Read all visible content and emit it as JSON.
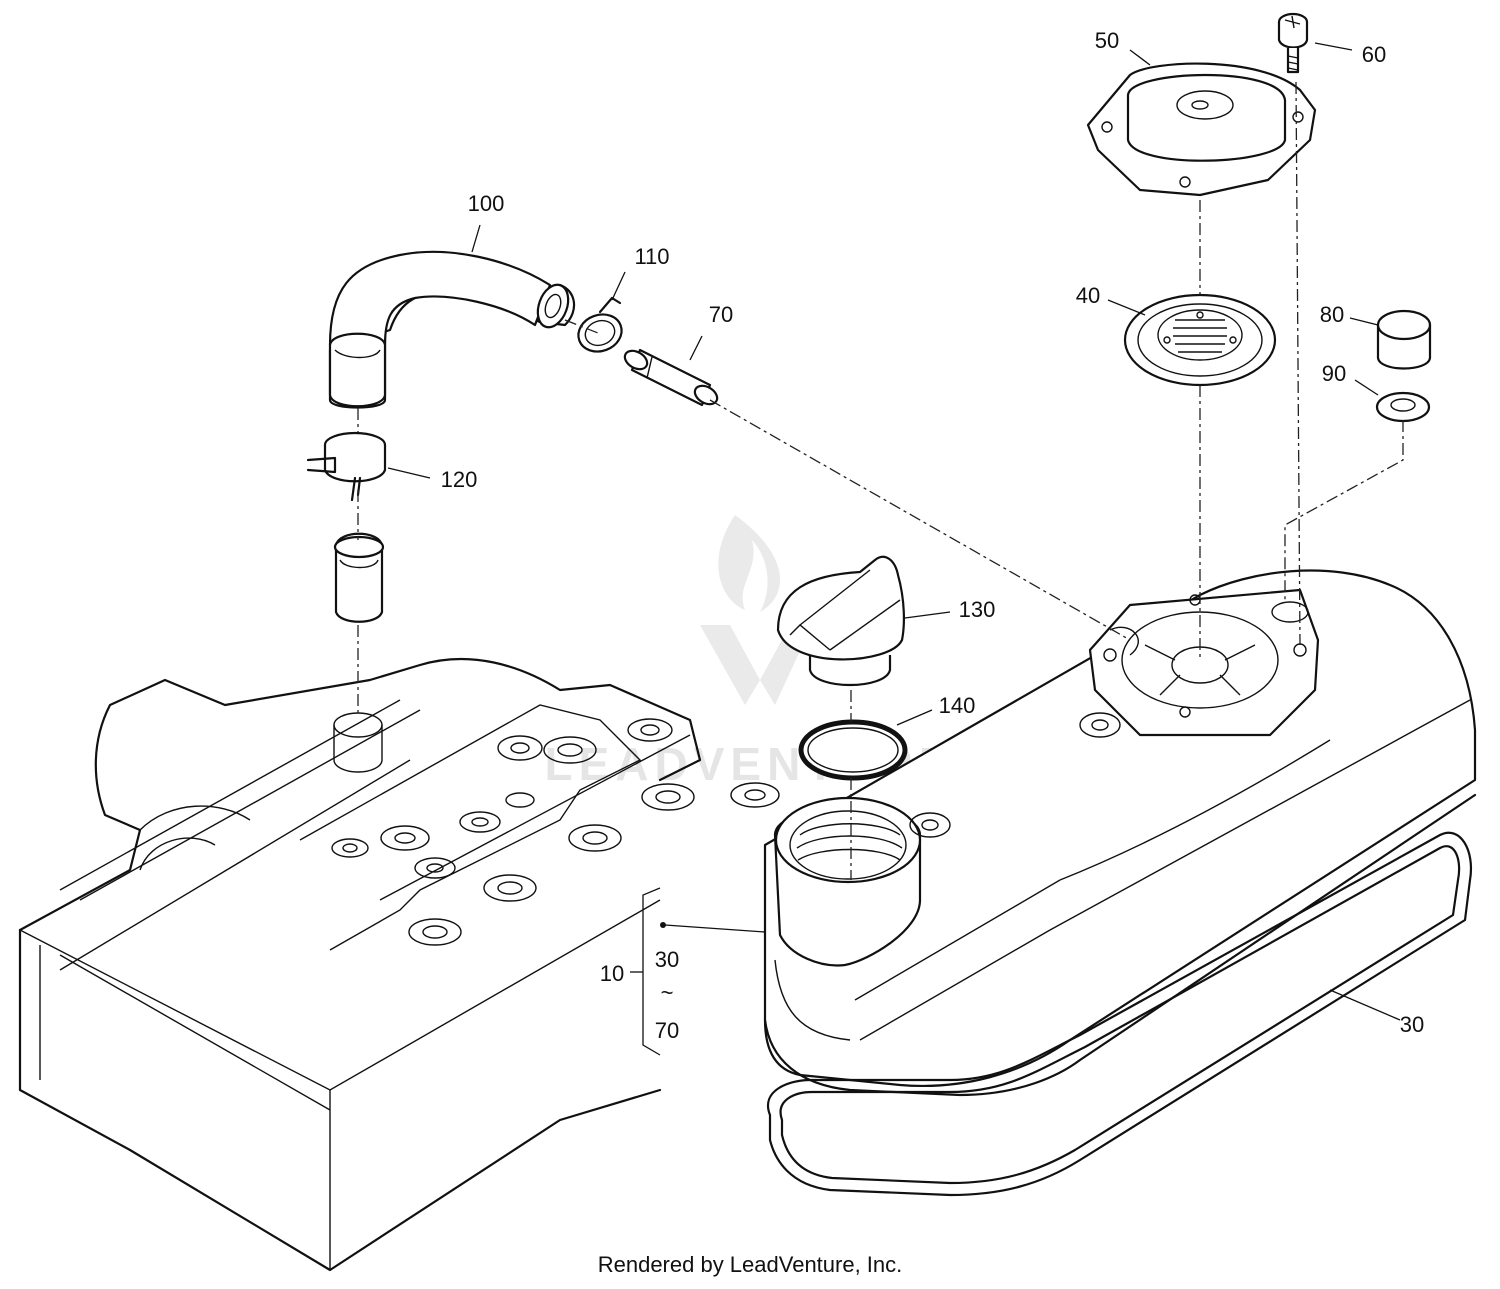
{
  "footer": {
    "text": "Rendered by LeadVenture, Inc."
  },
  "watermark": {
    "text": "LEADVENTURE",
    "color": "#e3e3e3"
  },
  "callouts": {
    "p50": "50",
    "p60": "60",
    "p100": "100",
    "p110": "110",
    "p70": "70",
    "p40": "40",
    "p80": "80",
    "p90": "90",
    "p120": "120",
    "p130": "130",
    "p140": "140",
    "p10": "10",
    "range_from": "30",
    "range_sep": "~",
    "range_to": "70",
    "p30": "30"
  }
}
